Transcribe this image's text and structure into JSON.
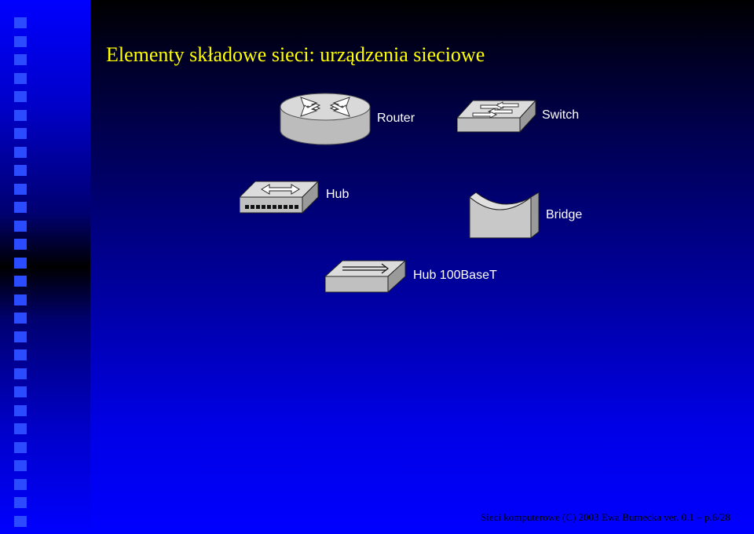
{
  "slide": {
    "title": "Elementy składowe sieci: urządzenia sieciowe",
    "footer": "Sieci komputerowe (C) 2003 Ewa Burnecka ver. 0.1 – p.6/28"
  },
  "devices": [
    {
      "id": "router",
      "label": "Router",
      "icon": "router-icon"
    },
    {
      "id": "switch",
      "label": "Switch",
      "icon": "switch-icon"
    },
    {
      "id": "hub",
      "label": "Hub",
      "icon": "hub-icon"
    },
    {
      "id": "bridge",
      "label": "Bridge",
      "icon": "bridge-icon"
    },
    {
      "id": "hub100",
      "label": "Hub 100BaseT",
      "icon": "hub-100basetx-icon"
    }
  ],
  "colors": {
    "title": "#ffff00",
    "label": "#ffffff",
    "device_fill": "#c8c8c8",
    "device_top": "#e0e0e0",
    "device_side": "#9a9a9a"
  }
}
